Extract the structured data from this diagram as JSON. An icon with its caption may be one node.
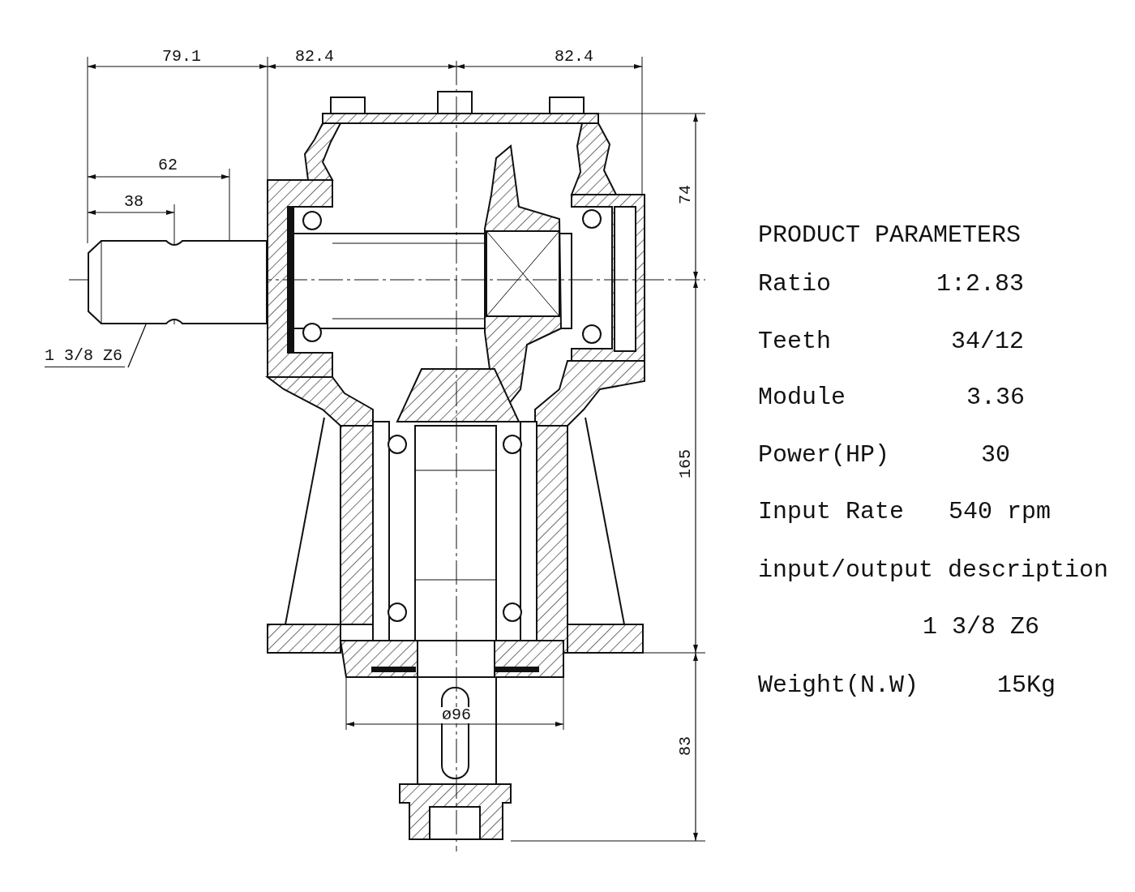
{
  "diagram": {
    "title": "PRODUCT PARAMETERS",
    "nodes": [
      {
        "text": [
          "1 3/8 Z6"
        ]
      },
      {
        "text": [],
        "shape": "picture"
      }
    ],
    "edges": [
      {
        "from": 0,
        "to": 1,
        "arrow": "none"
      }
    ],
    "labels": [
      "79.1",
      "82.4",
      "82.4",
      "62",
      "38",
      "74",
      "165",
      "83",
      "ø96",
      "Ratio",
      "1:2.83",
      "Teeth",
      "34/12",
      "Module",
      "3.36",
      "Power(HP)",
      "30",
      "Input Rate",
      "540 rpm",
      "input/output description",
      "1 3/8 Z6",
      "Weight(N.W)",
      "15Kg"
    ]
  }
}
